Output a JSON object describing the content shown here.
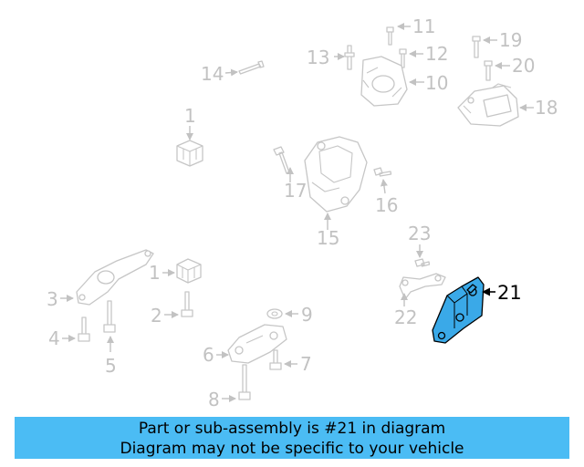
{
  "callouts": {
    "c1a": "1",
    "c1b": "1",
    "c2": "2",
    "c3": "3",
    "c4": "4",
    "c5": "5",
    "c6": "6",
    "c7": "7",
    "c8": "8",
    "c9": "9",
    "c10": "10",
    "c11": "11",
    "c12": "12",
    "c13": "13",
    "c14": "14",
    "c15": "15",
    "c16": "16",
    "c17": "17",
    "c18": "18",
    "c19": "19",
    "c20": "20",
    "c21": "21",
    "c22": "22",
    "c23": "23"
  },
  "highlighted_part": "21",
  "colors": {
    "highlight": "#3aa9e8",
    "banner": "#4bbcf4",
    "muted": "#c2c2c2"
  },
  "banner": {
    "line1": "Part or sub-assembly is #21 in diagram",
    "line2": "Diagram may not be specific to your vehicle"
  }
}
